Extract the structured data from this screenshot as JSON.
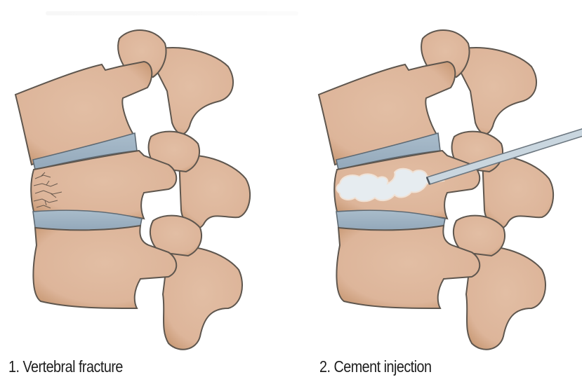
{
  "figure": {
    "panels": [
      {
        "number": "1",
        "caption": "1. Vertebral fracture",
        "state": "fractured"
      },
      {
        "number": "2",
        "caption": "2. Cement injection",
        "state": "cement-injected"
      }
    ],
    "colors": {
      "bone": "#DDB59A",
      "bone_shadow": "#C99A76",
      "bone_outline": "#5E564E",
      "disc": "#9FB3C4",
      "disc_outline": "#5E6A74",
      "cement": "#E6ECF0",
      "needle": "#C9D6DF",
      "needle_outline": "#6C7780",
      "crack": "#6A5A4E",
      "caption_text": "#1E1E1E",
      "background": "#FFFFFF"
    }
  }
}
